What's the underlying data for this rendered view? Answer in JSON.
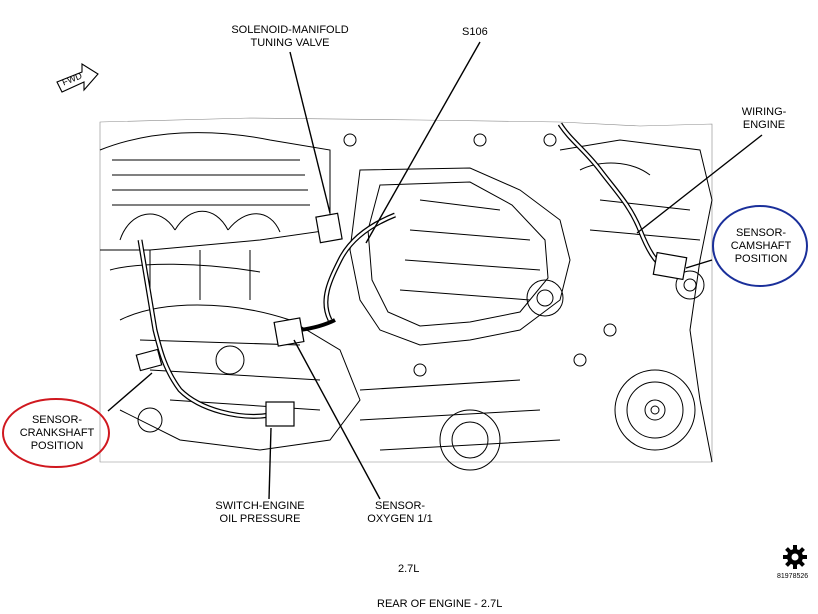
{
  "labels": {
    "solenoid_line1": "SOLENOID-MANIFOLD",
    "solenoid_line2": "TUNING VALVE",
    "s106": "S106",
    "wiring_line1": "WIRING-",
    "wiring_line2": "ENGINE",
    "camshaft_line1": "SENSOR-",
    "camshaft_line2": "CAMSHAFT",
    "camshaft_line3": "POSITION",
    "crankshaft_line1": "SENSOR-",
    "crankshaft_line2": "CRANKSHAFT",
    "crankshaft_line3": "POSITION",
    "switch_line1": "SWITCH-ENGINE",
    "switch_line2": "OIL PRESSURE",
    "oxygen_line1": "SENSOR-",
    "oxygen_line2": "OXYGEN 1/1"
  },
  "fwd_text": "FWD",
  "engine_label": "2.7L",
  "caption": "REAR OF ENGINE  - 2.7L",
  "figure_number": "81978526",
  "colors": {
    "camshaft_circle": "#1a2f9a",
    "crankshaft_circle": "#d0181f",
    "line": "#000000"
  }
}
